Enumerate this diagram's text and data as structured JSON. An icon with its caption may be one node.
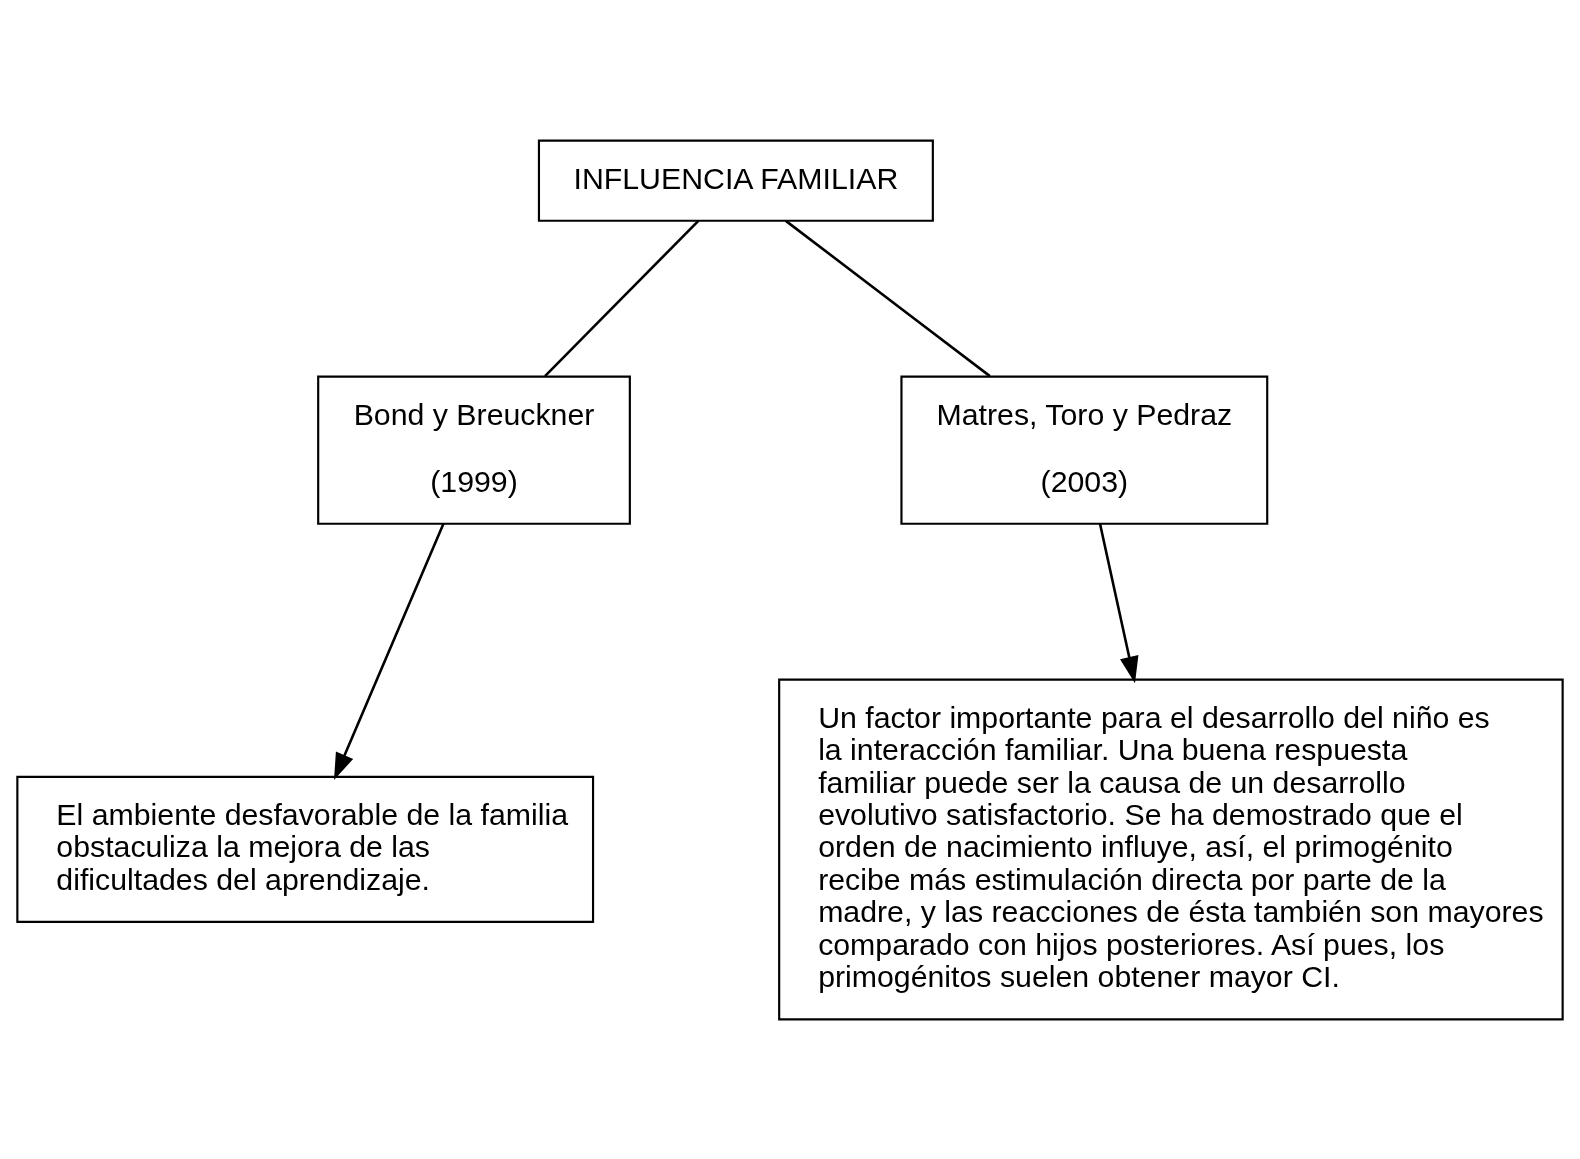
{
  "diagram": {
    "nodes": [
      {
        "text": [
          "INFLUENCIA FAMILIAR"
        ]
      },
      {
        "text": [
          "Bond y Breuckner",
          "(1999)"
        ]
      },
      {
        "text": [
          "Matres, Toro y Pedraz",
          "(2003)"
        ]
      },
      {
        "text": [
          "El ambiente desfavorable de la familia obstaculiza la mejora de las dificultades del aprendizaje."
        ]
      },
      {
        "text": [
          "Un factor importante para el desarrollo del niño es la interacción familiar. Una buena respuesta familiar puede ser la causa de un desarrollo evolutivo satisfactorio. Se ha demostrado que el orden de nacimiento influye, así, el primogénito recibe más estimulación directa por parte de la madre, y las reacciones de ésta también son mayores comparado con hijos posteriores. Así pues, los primogénitos suelen obtener mayor CI."
        ]
      }
    ],
    "edges": [
      {
        "from": 0,
        "to": 1,
        "arrow": "none"
      },
      {
        "from": 0,
        "to": 2,
        "arrow": "none"
      },
      {
        "from": 1,
        "to": 3,
        "arrow": "to"
      },
      {
        "from": 2,
        "to": 4,
        "arrow": "to"
      }
    ]
  }
}
